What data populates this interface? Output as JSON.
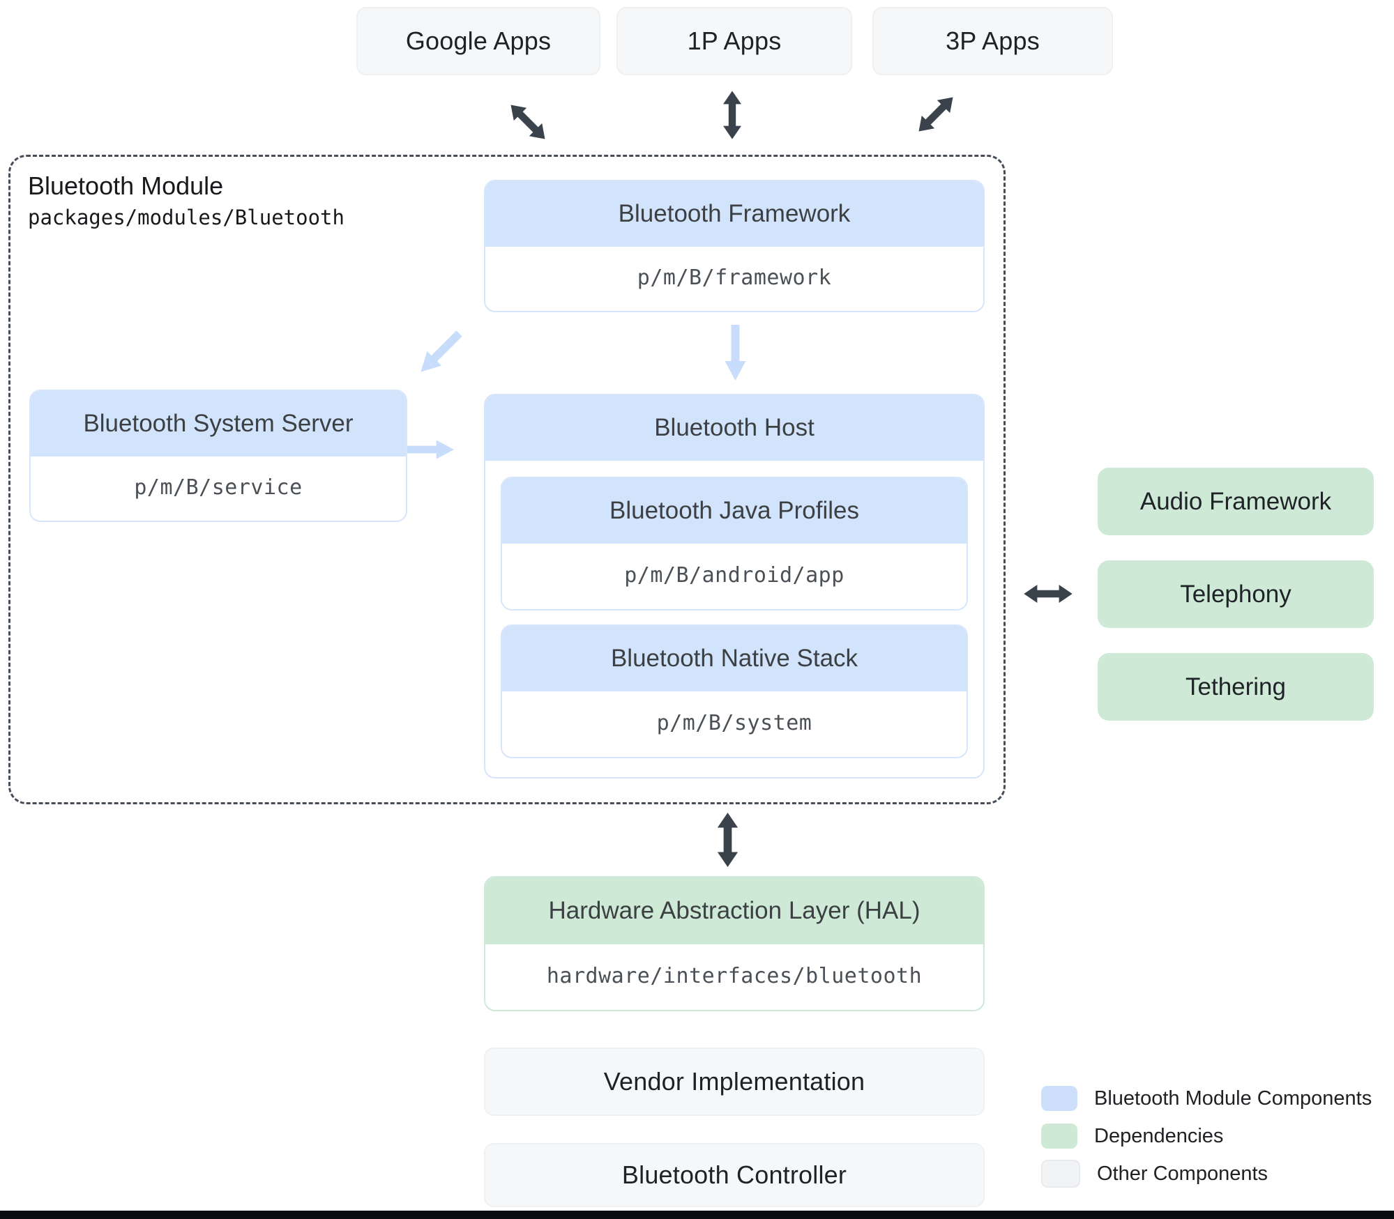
{
  "app_boxes": {
    "google": {
      "label": "Google Apps"
    },
    "first_party": {
      "label": "1P Apps"
    },
    "third_party": {
      "label": "3P Apps"
    }
  },
  "module": {
    "title": "Bluetooth Module",
    "path": "packages/modules/Bluetooth",
    "framework": {
      "title": "Bluetooth Framework",
      "path": "p/m/B/framework"
    },
    "system_server": {
      "title": "Bluetooth System Server",
      "path": "p/m/B/service"
    },
    "host": {
      "title": "Bluetooth Host",
      "children": [
        {
          "title": "Bluetooth Java Profiles",
          "path": "p/m/B/android/app"
        },
        {
          "title": "Bluetooth Native Stack",
          "path": "p/m/B/system"
        }
      ]
    }
  },
  "dependencies": {
    "audio": {
      "label": "Audio Framework"
    },
    "telephony": {
      "label": "Telephony"
    },
    "tethering": {
      "label": "Tethering"
    }
  },
  "hal": {
    "title": "Hardware Abstraction Layer (HAL)",
    "path": "hardware/interfaces/bluetooth"
  },
  "other_components": {
    "vendor": {
      "label": "Vendor Implementation"
    },
    "controller": {
      "label": "Bluetooth Controller"
    }
  },
  "legend": {
    "module_components": {
      "label": "Bluetooth Module Components",
      "color": "#cddffb"
    },
    "dependencies": {
      "label": "Dependencies",
      "color": "#ceead6"
    },
    "other": {
      "label": "Other Components",
      "color": "#f1f3f4"
    }
  },
  "icons": {
    "double_arrow": "bidirectional-arrow",
    "single_arrow": "directional-arrow"
  },
  "colors": {
    "module_blue": "#d2e3fc",
    "dependency_green": "#ceead6",
    "other_gray": "#f6f7f8",
    "arrow_dark": "#3a424c",
    "arrow_light_blue": "#c8dcfb",
    "header_text": "#3c4043",
    "mono_text": "#4a5056",
    "dashed_border": "#474e57"
  }
}
